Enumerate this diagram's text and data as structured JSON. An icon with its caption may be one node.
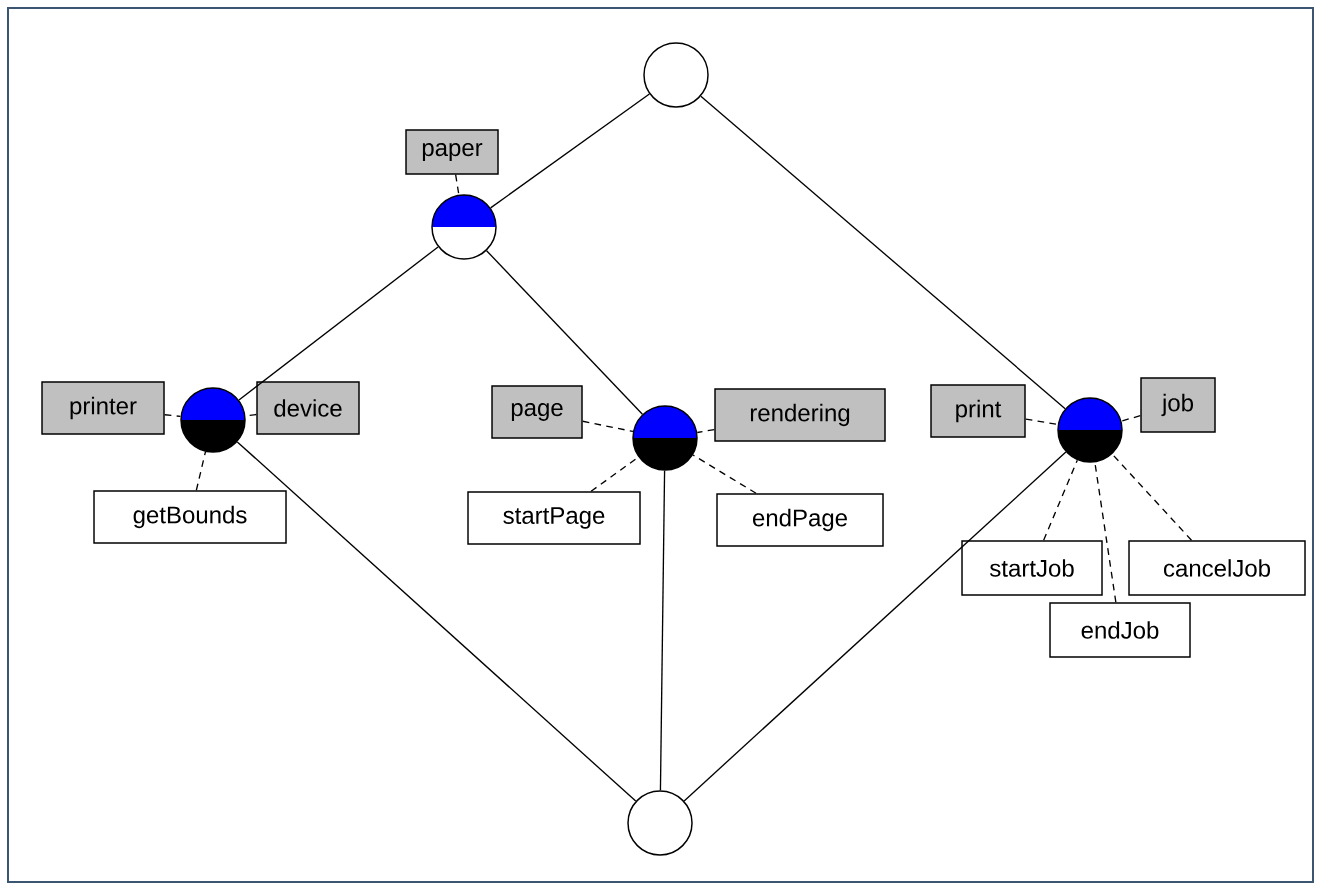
{
  "diagram": {
    "nodes": [
      {
        "text": [],
        "shape": "circle"
      },
      {
        "text": [
          "paper"
        ]
      },
      {
        "text": [],
        "shape": "circle"
      },
      {
        "text": [
          "printer"
        ]
      },
      {
        "text": [],
        "shape": "circle"
      },
      {
        "text": [
          "device"
        ]
      },
      {
        "text": [
          "page"
        ]
      },
      {
        "text": [],
        "shape": "circle"
      },
      {
        "text": [
          "rendering"
        ]
      },
      {
        "text": [
          "print"
        ]
      },
      {
        "text": [],
        "shape": "circle"
      },
      {
        "text": [
          "job"
        ]
      },
      {
        "text": [
          "getBounds"
        ]
      },
      {
        "text": [
          "startPage"
        ]
      },
      {
        "text": [
          "endPage"
        ]
      },
      {
        "text": [
          "startJob"
        ]
      },
      {
        "text": [
          "cancelJob"
        ]
      },
      {
        "text": [
          "endJob"
        ]
      },
      {
        "text": [],
        "shape": "circle"
      }
    ],
    "edges": [
      {
        "from": 0,
        "to": 2,
        "arrow": "none"
      },
      {
        "from": 0,
        "to": 10,
        "arrow": "none"
      },
      {
        "from": 2,
        "to": 4,
        "arrow": "none"
      },
      {
        "from": 2,
        "to": 7,
        "arrow": "none"
      },
      {
        "from": 4,
        "to": 18,
        "arrow": "none"
      },
      {
        "from": 7,
        "to": 18,
        "arrow": "none"
      },
      {
        "from": 10,
        "to": 18,
        "arrow": "none"
      },
      {
        "from": 1,
        "to": 2,
        "arrow": "none",
        "style": "dashed"
      },
      {
        "from": 3,
        "to": 4,
        "arrow": "none",
        "style": "dashed"
      },
      {
        "from": 5,
        "to": 4,
        "arrow": "none",
        "style": "dashed"
      },
      {
        "from": 12,
        "to": 4,
        "arrow": "none",
        "style": "dashed"
      },
      {
        "from": 6,
        "to": 7,
        "arrow": "none",
        "style": "dashed"
      },
      {
        "from": 8,
        "to": 7,
        "arrow": "none",
        "style": "dashed"
      },
      {
        "from": 13,
        "to": 7,
        "arrow": "none",
        "style": "dashed"
      },
      {
        "from": 14,
        "to": 7,
        "arrow": "none",
        "style": "dashed"
      },
      {
        "from": 9,
        "to": 10,
        "arrow": "none",
        "style": "dashed"
      },
      {
        "from": 11,
        "to": 10,
        "arrow": "none",
        "style": "dashed"
      },
      {
        "from": 15,
        "to": 10,
        "arrow": "none",
        "style": "dashed"
      },
      {
        "from": 17,
        "to": 10,
        "arrow": "none",
        "style": "dashed"
      },
      {
        "from": 16,
        "to": 10,
        "arrow": "none",
        "style": "dashed"
      }
    ]
  }
}
